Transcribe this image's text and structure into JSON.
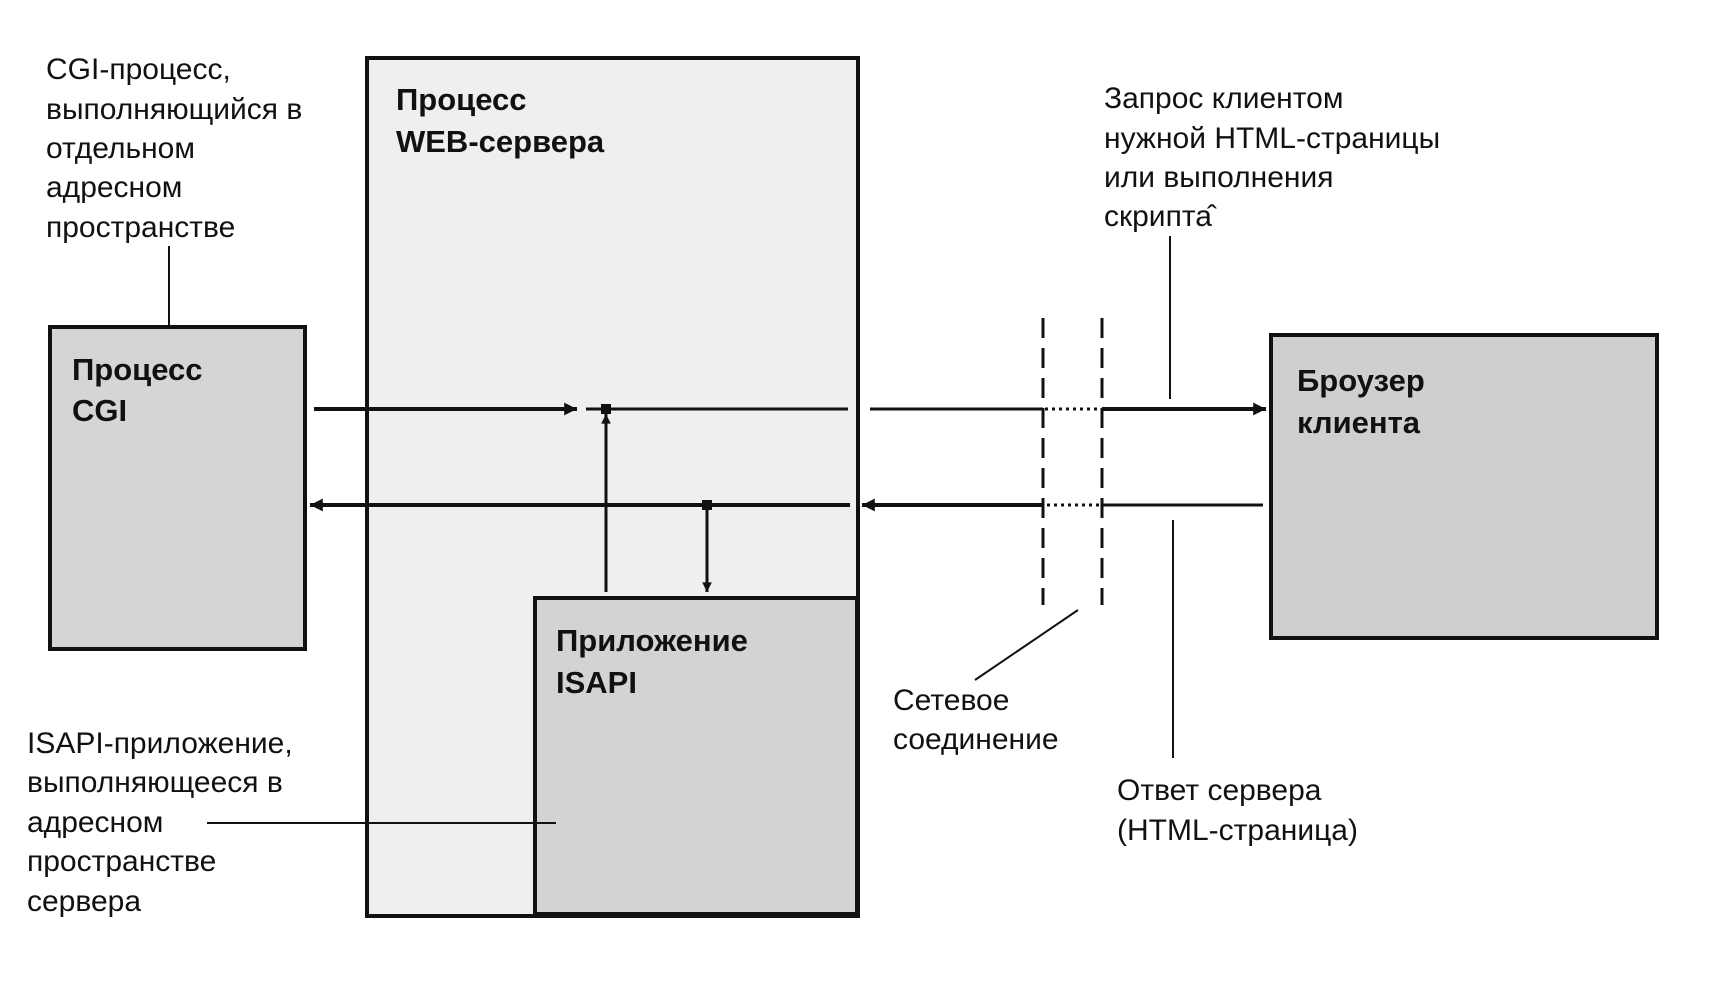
{
  "colors": {
    "ink": "#111111",
    "web_server_fill": "#efefef",
    "cgi_fill": "#d5d5d5",
    "isapi_fill": "#d3d3d3",
    "browser_fill": "#cfcfcf"
  },
  "boxes": {
    "web_server": {
      "lines": [
        "Процесс",
        "WEB-сервера"
      ]
    },
    "cgi": {
      "lines": [
        "Процесс",
        "CGI"
      ]
    },
    "isapi": {
      "lines": [
        "Приложение",
        "ISAPI"
      ]
    },
    "browser": {
      "lines": [
        "Броузер",
        "клиента"
      ]
    }
  },
  "annotations": {
    "cgi_note": [
      "CGI-процесс,",
      "выполняющийся в",
      "отдельном",
      "адресном",
      "пространстве"
    ],
    "isapi_note": [
      "ISAPI-приложение,",
      "выполняющееся в",
      "адресном",
      "пространстве",
      "сервера"
    ],
    "request_note": [
      "Запрос клиентом",
      "нужной HTML-страницы",
      "или выполнения",
      "скрипта̂"
    ],
    "network_note": [
      "Сетевое",
      "соединение"
    ],
    "response_note": [
      "Ответ сервера",
      "(HTML-страница)"
    ]
  }
}
